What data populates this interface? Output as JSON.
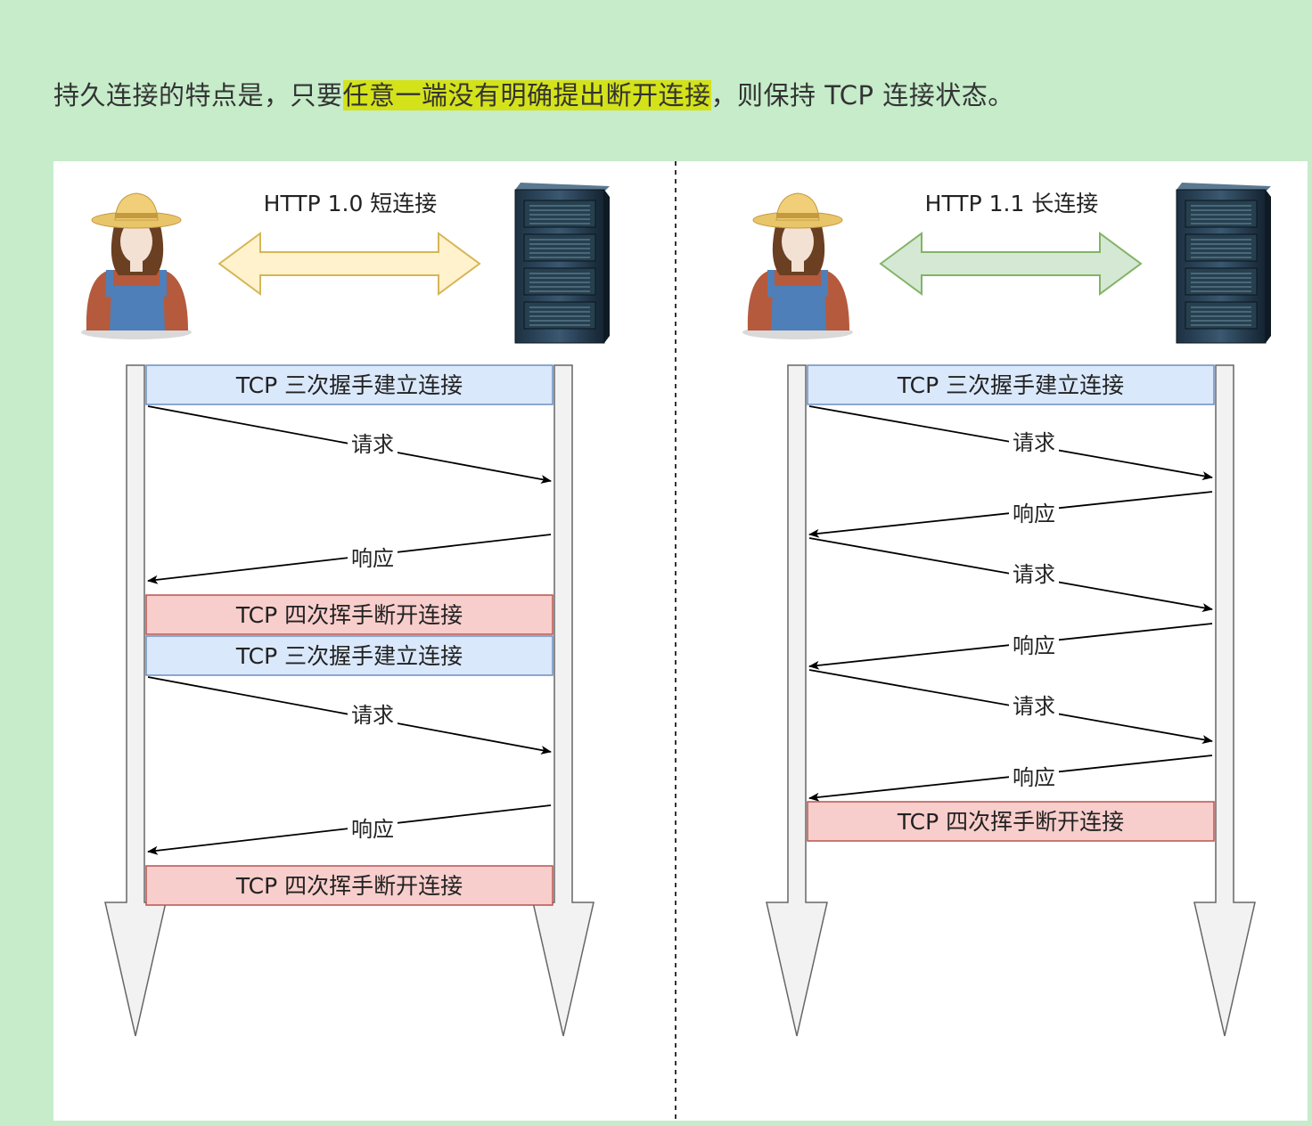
{
  "intro": {
    "before": "持久连接的特点是，只要",
    "highlight": "任意一端没有明确提出断开连接",
    "after": "，则保持 TCP 连接状态。"
  },
  "colors": {
    "page_bg": "#c6ecca",
    "highlight": "#d4e21a",
    "handshake_fill": "#dae8fc",
    "handshake_stroke": "#6c8ebf",
    "wave_fill": "#f8cecc",
    "wave_stroke": "#b85450",
    "short_arrow_fill": "#fff2cc",
    "short_arrow_stroke": "#d6b656",
    "long_arrow_fill": "#d5e8d4",
    "long_arrow_stroke": "#82b366"
  },
  "diagram": {
    "left": {
      "title": "HTTP 1.0 短连接",
      "client_icon": "farmer-client-icon",
      "server_icon": "server-rack-icon",
      "steps": [
        {
          "kind": "handshake",
          "label": "TCP 三次握手建立连接"
        },
        {
          "kind": "request",
          "label": "请求"
        },
        {
          "kind": "response",
          "label": "响应"
        },
        {
          "kind": "wave",
          "label": "TCP 四次挥手断开连接"
        },
        {
          "kind": "handshake",
          "label": "TCP 三次握手建立连接"
        },
        {
          "kind": "request",
          "label": "请求"
        },
        {
          "kind": "response",
          "label": "响应"
        },
        {
          "kind": "wave",
          "label": "TCP 四次挥手断开连接"
        }
      ]
    },
    "right": {
      "title": "HTTP 1.1 长连接",
      "client_icon": "farmer-client-icon",
      "server_icon": "server-rack-icon",
      "steps": [
        {
          "kind": "handshake",
          "label": "TCP 三次握手建立连接"
        },
        {
          "kind": "request",
          "label": "请求"
        },
        {
          "kind": "response",
          "label": "响应"
        },
        {
          "kind": "request",
          "label": "请求"
        },
        {
          "kind": "response",
          "label": "响应"
        },
        {
          "kind": "request",
          "label": "请求"
        },
        {
          "kind": "response",
          "label": "响应"
        },
        {
          "kind": "wave",
          "label": "TCP 四次挥手断开连接"
        }
      ]
    }
  }
}
